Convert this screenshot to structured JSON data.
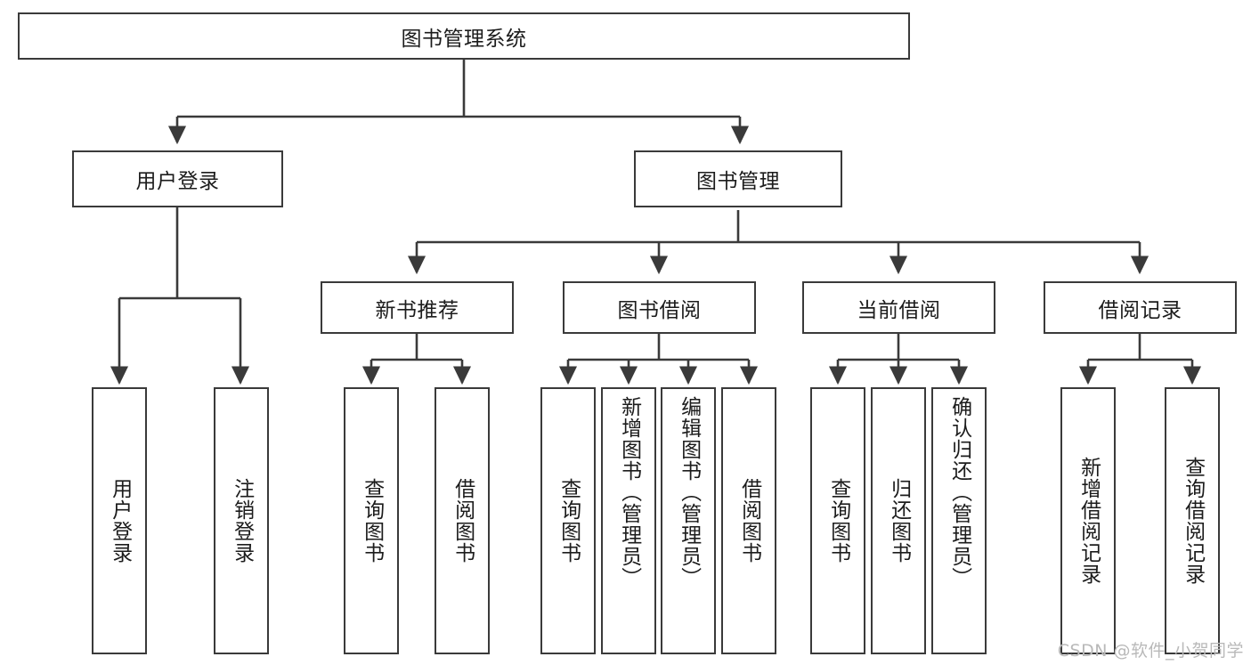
{
  "diagram": {
    "type": "tree-hierarchy-chart",
    "title": "图书管理系统",
    "watermark": "CSDN @软件_小贺同学",
    "colors": {
      "node_border": "#3a3a3a",
      "node_fill": "#ffffff",
      "edge": "#3a3a3a",
      "text": "#1c1c1c",
      "watermark": "#b9b9b9"
    },
    "levels": {
      "root": {
        "label": "图书管理系统"
      },
      "level2": [
        {
          "id": "user-login",
          "label": "用户登录"
        },
        {
          "id": "book-management",
          "label": "图书管理"
        }
      ],
      "level3": [
        {
          "id": "new-book-recommend",
          "label": "新书推荐",
          "parent": "book-management"
        },
        {
          "id": "book-borrow",
          "label": "图书借阅",
          "parent": "book-management"
        },
        {
          "id": "current-borrow",
          "label": "当前借阅",
          "parent": "book-management"
        },
        {
          "id": "borrow-record",
          "label": "借阅记录",
          "parent": "book-management"
        }
      ],
      "leaves": [
        {
          "id": "leaf-user-login",
          "label": "用户登录",
          "parent": "user-login"
        },
        {
          "id": "leaf-user-logout",
          "label": "注销登录",
          "parent": "user-login"
        },
        {
          "id": "leaf-query-book-1",
          "label": "查询图书",
          "parent": "new-book-recommend"
        },
        {
          "id": "leaf-borrow-book-1",
          "label": "借阅图书",
          "parent": "new-book-recommend"
        },
        {
          "id": "leaf-query-book-2",
          "label": "查询图书",
          "parent": "book-borrow"
        },
        {
          "id": "leaf-add-book",
          "label": "新增图书（管理员）",
          "parent": "book-borrow"
        },
        {
          "id": "leaf-edit-book",
          "label": "编辑图书（管理员）",
          "parent": "book-borrow"
        },
        {
          "id": "leaf-borrow-book-2",
          "label": "借阅图书",
          "parent": "book-borrow"
        },
        {
          "id": "leaf-query-book-3",
          "label": "查询图书",
          "parent": "current-borrow"
        },
        {
          "id": "leaf-return-book",
          "label": "归还图书",
          "parent": "current-borrow"
        },
        {
          "id": "leaf-confirm-return",
          "label": "确认归还（管理员）",
          "parent": "current-borrow"
        },
        {
          "id": "leaf-add-record",
          "label": "新增借阅记录",
          "parent": "borrow-record"
        },
        {
          "id": "leaf-query-record",
          "label": "查询借阅记录",
          "parent": "borrow-record"
        }
      ]
    }
  }
}
